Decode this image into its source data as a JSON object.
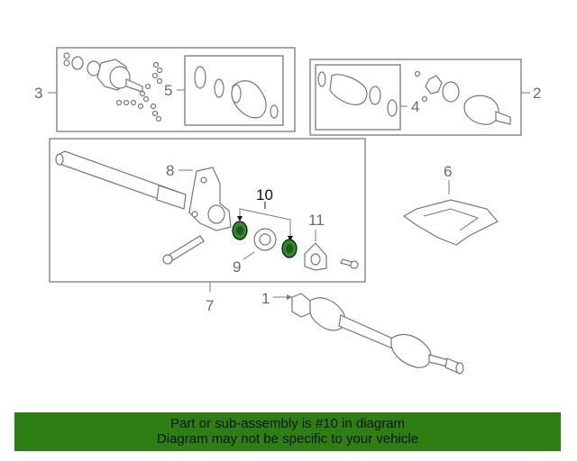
{
  "callouts": {
    "c1": "1",
    "c2": "2",
    "c3": "3",
    "c4": "4",
    "c5": "5",
    "c6": "6",
    "c7": "7",
    "c8": "8",
    "c9": "9",
    "c10": "10",
    "c11": "11"
  },
  "highlight": {
    "part_number": "10",
    "color": "#2d8a2d"
  },
  "banner": {
    "line1": "Part or sub-assembly is #10 in diagram",
    "line2": "Diagram may not be specific to your vehicle",
    "background": "#2d7f12"
  }
}
